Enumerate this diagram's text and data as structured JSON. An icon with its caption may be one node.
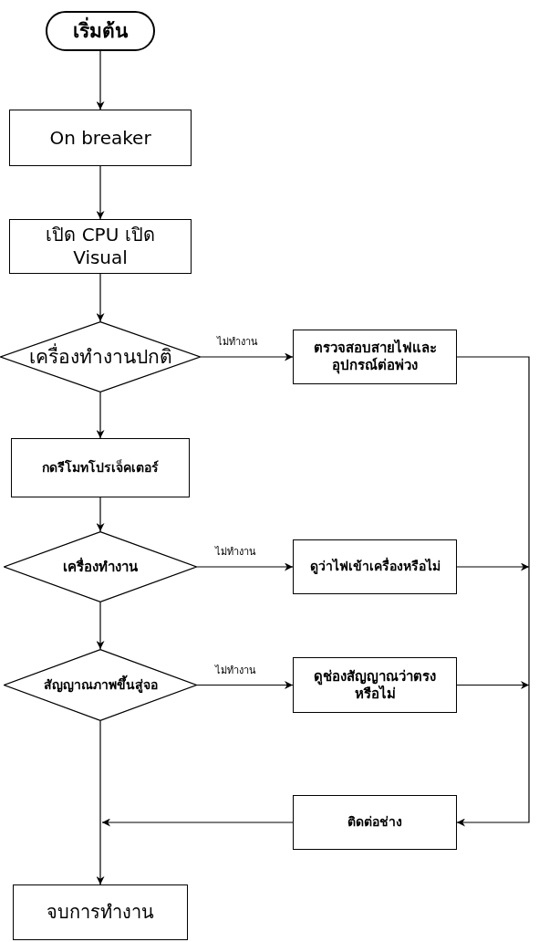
{
  "diagram": {
    "nodes": [
      {
        "text": [
          "เริ่มต้น"
        ]
      },
      {
        "text": [
          "On breaker"
        ]
      },
      {
        "text": [
          "เปิด CPU เปิด Visual"
        ]
      },
      {
        "text": [
          "เครื่องทำงานปกติ"
        ]
      },
      {
        "text": [
          "ตรวจสอบสายไฟและ อุปกรณ์ต่อพ่วง"
        ]
      },
      {
        "text": [
          "กดรีโมทโปรเจ็คเตอร์"
        ]
      },
      {
        "text": [
          "เครื่องทำงาน"
        ]
      },
      {
        "text": [
          "ดูว่าไฟเข้าเครื่องหรือไม่"
        ]
      },
      {
        "text": [
          "สัญญาณภาพขึ้นสู่จอ"
        ]
      },
      {
        "text": [
          "ดูช่องสัญญาณว่าตรง หรือไม่"
        ]
      },
      {
        "text": [
          "ติดต่อช่าง"
        ]
      },
      {
        "text": [
          "จบการทำงาน"
        ]
      }
    ],
    "edges": [
      {
        "from": 0,
        "to": 1,
        "arrow": "to"
      },
      {
        "from": 1,
        "to": 2,
        "arrow": "to"
      },
      {
        "from": 2,
        "to": 3,
        "arrow": "to"
      },
      {
        "from": 3,
        "to": 4,
        "arrow": "to",
        "label": "ไม่ทำงาน"
      },
      {
        "from": 3,
        "to": 5,
        "arrow": "to"
      },
      {
        "from": 5,
        "to": 6,
        "arrow": "to"
      },
      {
        "from": 6,
        "to": 7,
        "arrow": "to",
        "label": "ไม่ทำงาน"
      },
      {
        "from": 6,
        "to": 8,
        "arrow": "to"
      },
      {
        "from": 8,
        "to": 9,
        "arrow": "to",
        "label": "ไม่ทำงาน"
      },
      {
        "from": 4,
        "to": 10,
        "arrow": "to"
      },
      {
        "from": 7,
        "to": 10,
        "arrow": "to"
      },
      {
        "from": 9,
        "to": 10,
        "arrow": "to"
      },
      {
        "from": 8,
        "to": 11,
        "arrow": "to"
      },
      {
        "from": 10,
        "to": 11,
        "arrow": "to"
      }
    ]
  }
}
